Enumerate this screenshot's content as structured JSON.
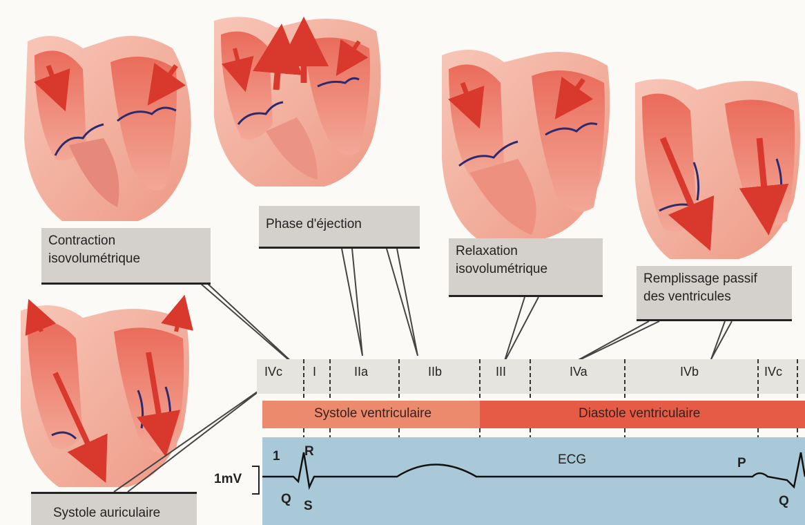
{
  "labels": {
    "contraction_line1": "Contraction",
    "contraction_line2": "isovolumétrique",
    "ejection": "Phase d'éjection",
    "relaxation_line1": "Relaxation",
    "relaxation_line2": "isovolumétrique",
    "remplissage_line1": "Remplissage passif",
    "remplissage_line2": "des ventricules",
    "systole_auriculaire": "Systole auriculaire"
  },
  "phases": [
    "IVc",
    "I",
    "IIa",
    "IIb",
    "III",
    "IVa",
    "IVb",
    "IVc"
  ],
  "bands": {
    "systole": "Systole ventriculaire",
    "diastole": "Diastole ventriculaire"
  },
  "ecg": {
    "lead": "1",
    "title": "ECG",
    "scale": "1mV",
    "waves": {
      "R": "R",
      "Q": "Q",
      "S": "S",
      "P": "P",
      "Q2": "Q"
    }
  },
  "colors": {
    "heart_outer": "#f1b3a3",
    "heart_inner": "#e8705f",
    "arrow": "#e1473b",
    "valve": "#2b2a6e",
    "systole_band": "#ec8a6d",
    "diastole_band": "#e65b46",
    "ecg_bg": "#a9c9d9",
    "label_bg": "#d4d1cc"
  }
}
